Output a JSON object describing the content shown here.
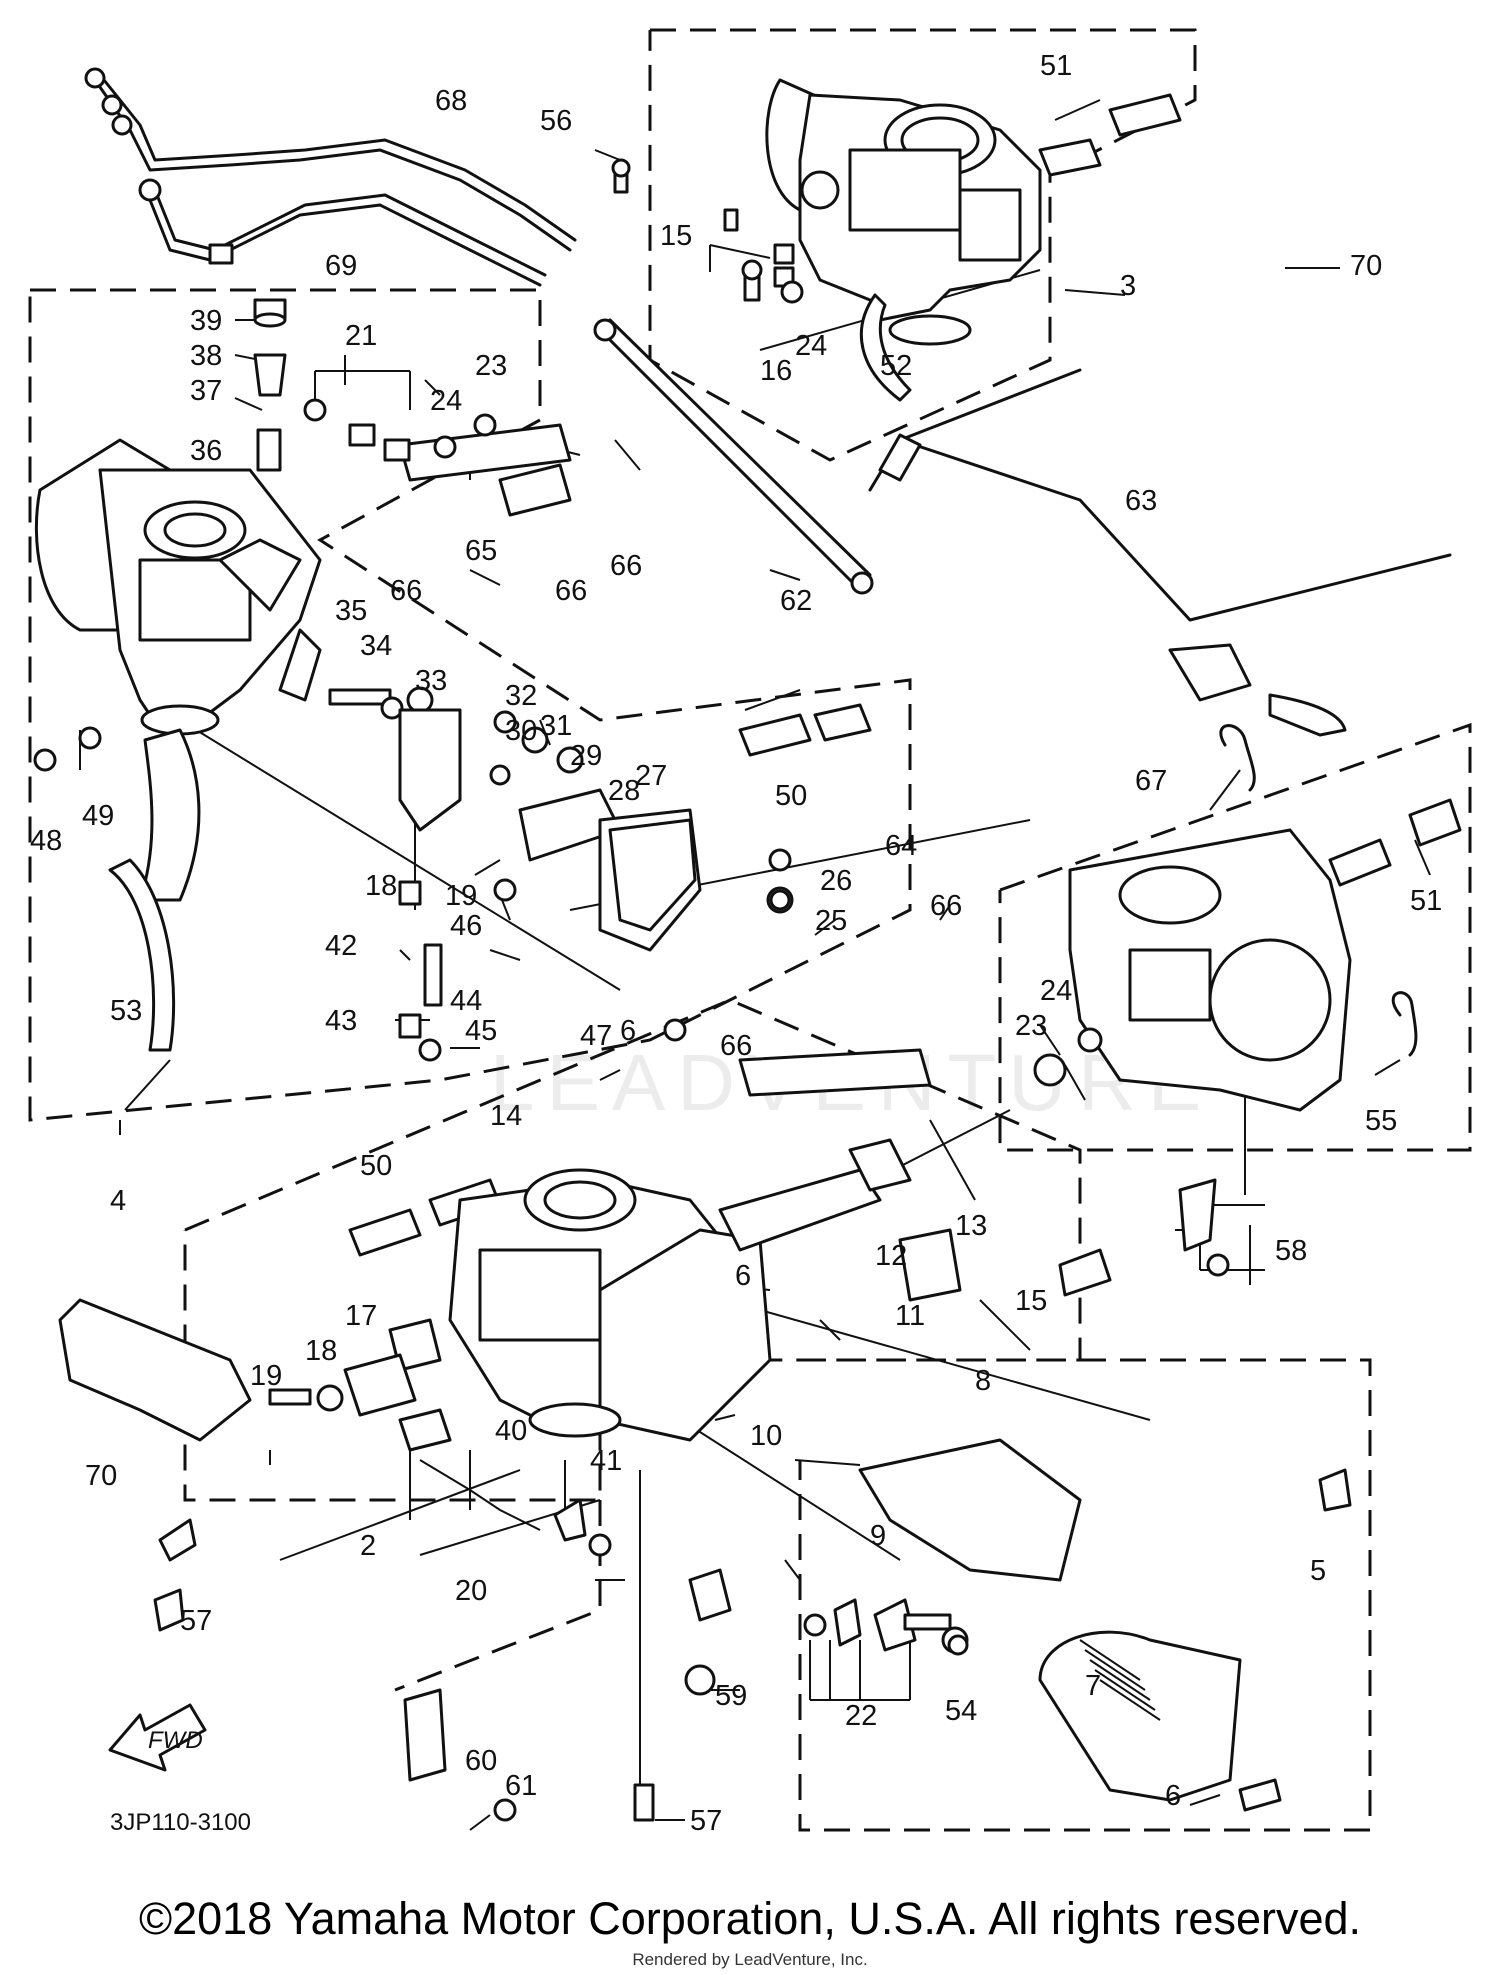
{
  "watermark": "LEADVENTURE",
  "diagram_code": "3JP110-3100",
  "fwd_label": "FWD",
  "copyright": "©2018 Yamaha Motor Corporation, U.S.A. All rights reserved.",
  "rendered_by": "Rendered by LeadVenture, Inc.",
  "callouts": [
    "2",
    "3",
    "4",
    "5",
    "6",
    "6",
    "6",
    "7",
    "8",
    "9",
    "10",
    "11",
    "12",
    "13",
    "14",
    "15",
    "15",
    "16",
    "17",
    "18",
    "18",
    "19",
    "19",
    "20",
    "21",
    "22",
    "23",
    "23",
    "24",
    "24",
    "24",
    "25",
    "26",
    "27",
    "28",
    "29",
    "30",
    "31",
    "32",
    "33",
    "34",
    "35",
    "36",
    "37",
    "38",
    "39",
    "40",
    "41",
    "42",
    "43",
    "44",
    "45",
    "46",
    "47",
    "48",
    "49",
    "50",
    "50",
    "51",
    "51",
    "52",
    "53",
    "54",
    "55",
    "56",
    "57",
    "57",
    "58",
    "59",
    "60",
    "61",
    "62",
    "63",
    "64",
    "65",
    "66",
    "66",
    "66",
    "66",
    "66",
    "67",
    "68",
    "69",
    "70",
    "70"
  ]
}
